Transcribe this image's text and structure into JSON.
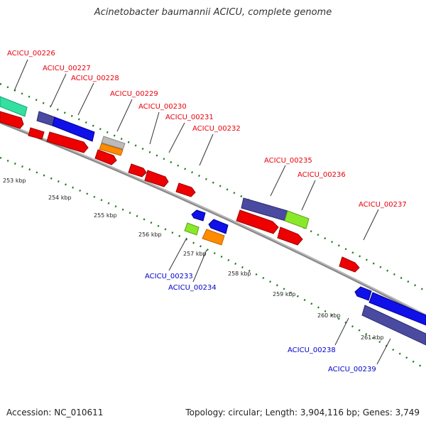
{
  "title": "Acinetobacter baumannii ACICU, complete genome",
  "footer": {
    "accession": "Accession: NC_010611",
    "topology": "Topology: circular; Length: 3,904,116 bp; Genes: 3,749"
  },
  "colors": {
    "forward_label": "#e8000b",
    "reverse_label": "#0000cc",
    "backbone": "#999999",
    "dots": "#1f7a1f"
  },
  "kbp_ticks": [
    "253 kbp",
    "254 kbp",
    "255 kbp",
    "256 kbp",
    "257 kbp",
    "258 kbp",
    "259 kbp",
    "260 kbp",
    "261 kbp"
  ],
  "gene_labels": {
    "forward": [
      "ACICU_00226",
      "ACICU_00227",
      "ACICU_00228",
      "ACICU_00229",
      "ACICU_00230",
      "ACICU_00231",
      "ACICU_00232",
      "ACICU_00235",
      "ACICU_00236",
      "ACICU_00237"
    ],
    "reverse": [
      "ACICU_00233",
      "ACICU_00234",
      "ACICU_00238",
      "ACICU_00239"
    ]
  }
}
